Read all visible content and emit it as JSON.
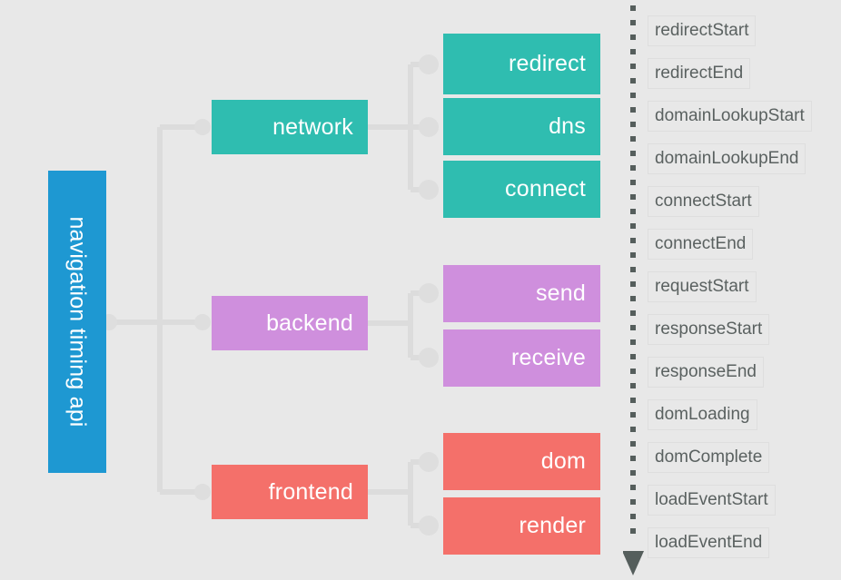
{
  "diagram": {
    "title": "navigation timing api",
    "background_color": "#e8e8e8",
    "root": {
      "label": "navigation timing api",
      "color": "#1e98d2"
    },
    "groups": [
      {
        "label": "network",
        "color": "#2fbdb0",
        "children": [
          {
            "label": "redirect",
            "color": "#2fbdb0"
          },
          {
            "label": "dns",
            "color": "#2fbdb0"
          },
          {
            "label": "connect",
            "color": "#2fbdb0"
          }
        ]
      },
      {
        "label": "backend",
        "color": "#cf8fdd",
        "children": [
          {
            "label": "send",
            "color": "#cf8fdd"
          },
          {
            "label": "receive",
            "color": "#cf8fdd"
          }
        ]
      },
      {
        "label": "frontend",
        "color": "#f4706a",
        "children": [
          {
            "label": "dom",
            "color": "#f4706a"
          },
          {
            "label": "render",
            "color": "#f4706a"
          }
        ]
      }
    ],
    "leaves": [
      {
        "label": "redirect",
        "color": "#2fbdb0"
      },
      {
        "label": "dns",
        "color": "#2fbdb0"
      },
      {
        "label": "connect",
        "color": "#2fbdb0"
      },
      {
        "label": "send",
        "color": "#cf8fdd"
      },
      {
        "label": "receive",
        "color": "#cf8fdd"
      },
      {
        "label": "dom",
        "color": "#f4706a"
      },
      {
        "label": "render",
        "color": "#f4706a"
      }
    ],
    "mids": [
      {
        "label": "network",
        "color": "#2fbdb0"
      },
      {
        "label": "backend",
        "color": "#cf8fdd"
      },
      {
        "label": "frontend",
        "color": "#f4706a"
      }
    ],
    "connector_color": "#dcdcdc"
  },
  "timeline": {
    "axis_color": "#555e5c",
    "axis_style": "dotted-descending-arrow",
    "events": [
      "redirectStart",
      "redirectEnd",
      "domainLookupStart",
      "domainLookupEnd",
      "connectStart",
      "connectEnd",
      "requestStart",
      "responseStart",
      "responseEnd",
      "domLoading",
      "domComplete",
      "loadEventStart",
      "loadEventEnd"
    ]
  }
}
